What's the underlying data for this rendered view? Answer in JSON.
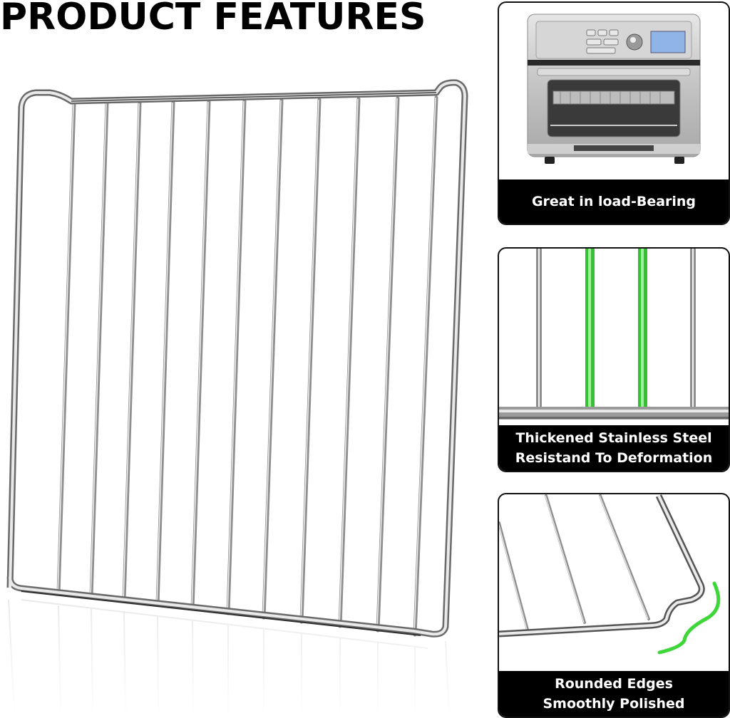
{
  "title": "PRODUCT FEATURES",
  "main_image": {
    "subject": "chrome wire oven rack",
    "bar_count": 12
  },
  "features": [
    {
      "caption_lines": [
        "Great in load-Bearing"
      ],
      "image": "countertop air-fryer toaster oven with wire rack"
    },
    {
      "caption_lines": [
        "Thickened Stainless Steel",
        "Resistand To Deformation"
      ],
      "image": "close-up of rack bars, two highlighted green"
    },
    {
      "caption_lines": [
        "Rounded Edges",
        "Smoothly Polished"
      ],
      "image": "close-up of rounded rack corner with green wave mark"
    }
  ],
  "colors": {
    "caption_bg": "#000000",
    "caption_text": "#ffffff",
    "highlight_green": "#3fd63a",
    "chrome": "#b8b8b8"
  }
}
